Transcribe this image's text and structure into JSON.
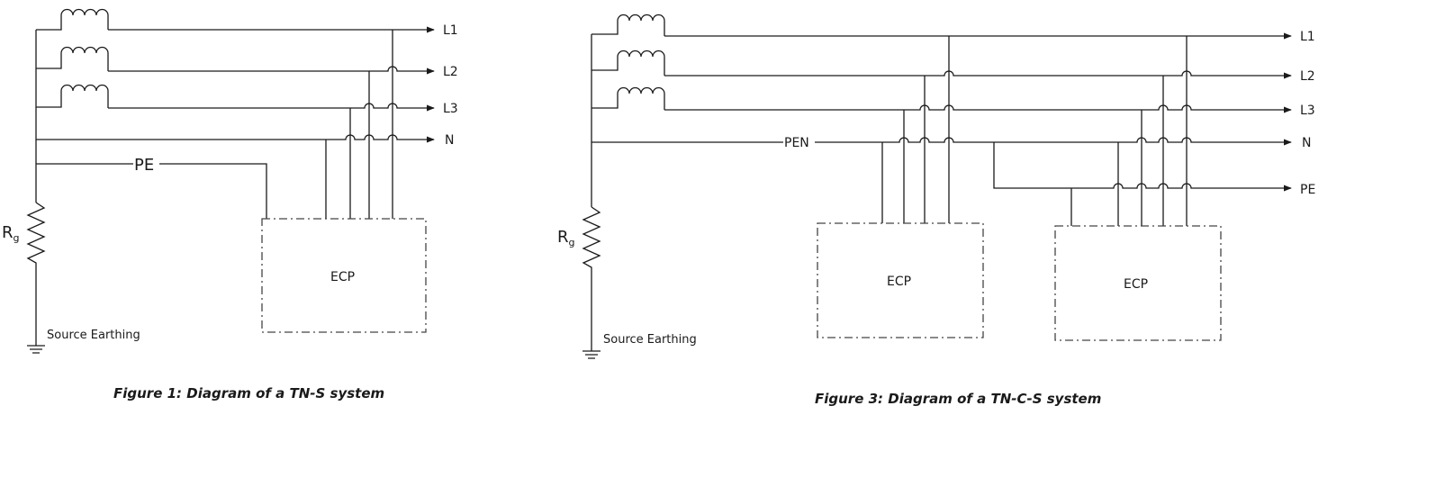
{
  "figure1": {
    "caption": "Figure 1: Diagram of a TN-S system",
    "lines": [
      "L1",
      "L2",
      "L3",
      "N"
    ],
    "pe_label": "PE",
    "resistor_label": "R",
    "resistor_subscript": "g",
    "earth_label": "Source Earthing",
    "ecp_label": "ECP"
  },
  "figure3": {
    "caption": "Figure 3: Diagram of a TN-C-S system",
    "lines": [
      "L1",
      "L2",
      "L3",
      "N",
      "PE"
    ],
    "pen_label": "PEN",
    "resistor_label": "R",
    "resistor_subscript": "g",
    "earth_label": "Source Earthing",
    "ecp_labels": [
      "ECP",
      "ECP"
    ]
  }
}
